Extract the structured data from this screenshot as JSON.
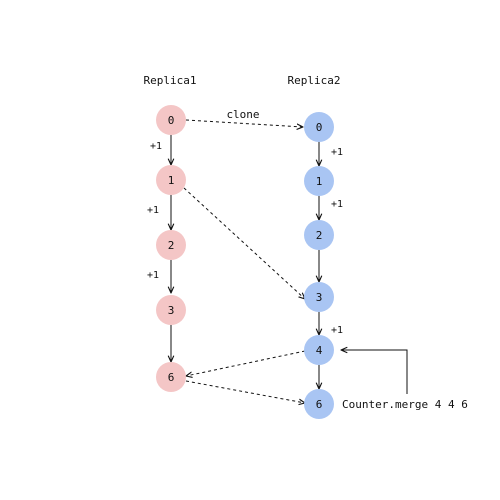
{
  "diagram": {
    "replica1": {
      "title": "Replica1",
      "color": "#f4c6c6",
      "nodes": [
        "0",
        "1",
        "2",
        "3",
        "6"
      ],
      "edge_labels": [
        "+1",
        "+1",
        "+1",
        ""
      ]
    },
    "replica2": {
      "title": "Replica2",
      "color": "#a9c5f3",
      "nodes": [
        "0",
        "1",
        "2",
        "3",
        "4",
        "6"
      ],
      "edge_labels": [
        "+1",
        "+1",
        "",
        "+1",
        ""
      ]
    },
    "cross_edges": [
      {
        "from": "replica1.0",
        "to": "replica2.0",
        "label": "clone"
      },
      {
        "from": "replica1.1",
        "to": "replica2.3",
        "label": ""
      },
      {
        "from": "replica2.4",
        "to": "replica1.6",
        "label": ""
      },
      {
        "from": "replica1.6",
        "to": "replica2.6",
        "label": ""
      }
    ],
    "annotation": "Counter.merge 4 4 6",
    "text_color": "#111111",
    "edge_color": "#111111"
  }
}
